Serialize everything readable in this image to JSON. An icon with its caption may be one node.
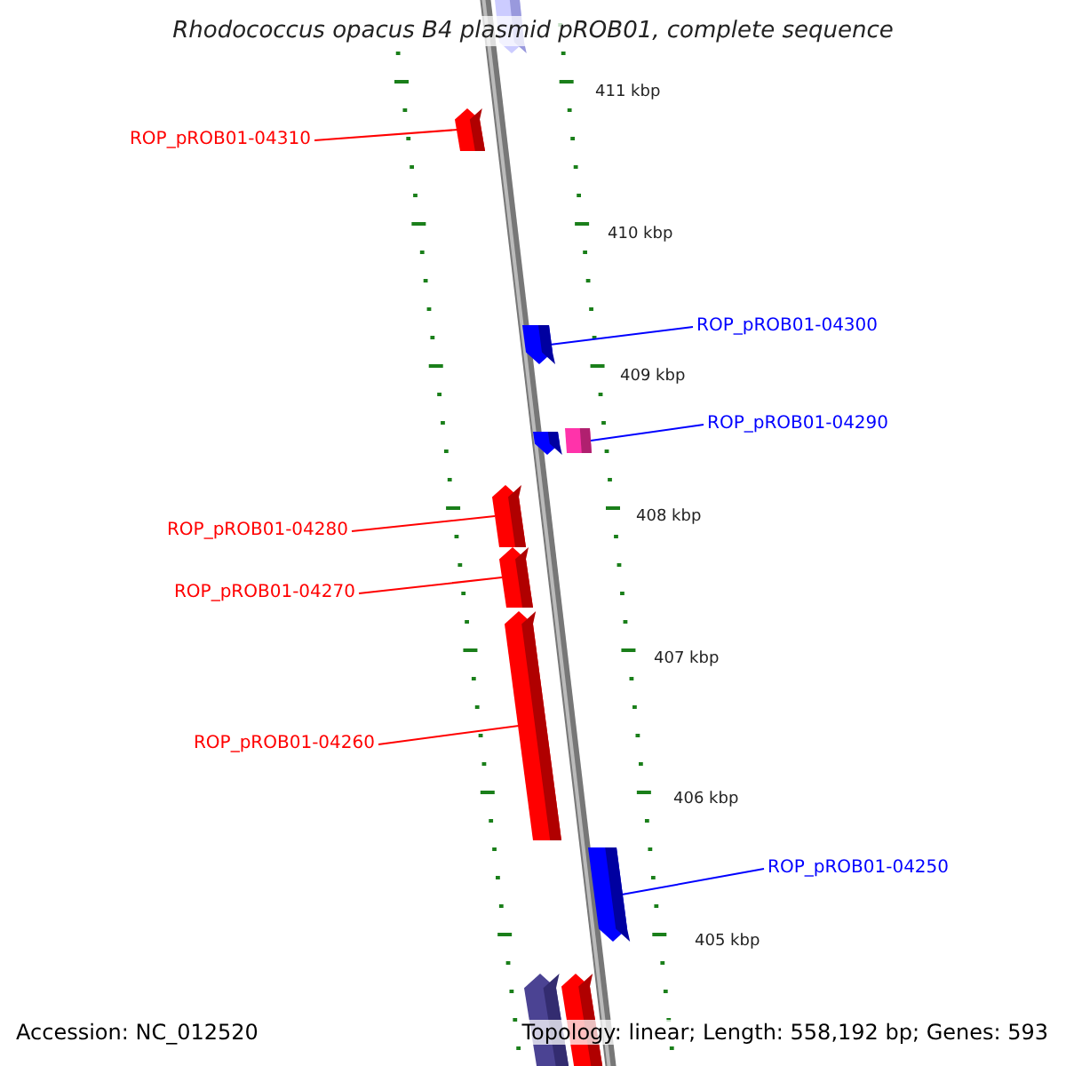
{
  "diagram": {
    "title": "Rhodococcus opacus B4 plasmid pROB01, complete sequence",
    "nodes": [
      {
        "text": [
          "ROP_pROB01-04310"
        ]
      },
      {
        "text": [],
        "shape": "bar"
      },
      {
        "text": [
          "ROP_pROB01-04300"
        ]
      },
      {
        "text": [],
        "shape": "bar"
      },
      {
        "text": [
          "ROP_pROB01-04290"
        ]
      },
      {
        "text": [],
        "shape": "box"
      },
      {
        "text": [
          "ROP_pROB01-04280"
        ]
      },
      {
        "text": [],
        "shape": "bar"
      },
      {
        "text": [
          "ROP_pROB01-04270"
        ]
      },
      {
        "text": [],
        "shape": "bar"
      },
      {
        "text": [
          "ROP_pROB01-04260"
        ]
      },
      {
        "text": [],
        "shape": "bar"
      },
      {
        "text": [
          "ROP_pROB01-04250"
        ]
      },
      {
        "text": [],
        "shape": "bar"
      }
    ],
    "edges": [
      {
        "from": 0,
        "to": 1,
        "arrow": "none"
      },
      {
        "from": 2,
        "to": 3,
        "arrow": "none",
        "color": "#0000ff"
      },
      {
        "from": 4,
        "to": 5,
        "arrow": "none",
        "color": "#0000ff"
      },
      {
        "from": 6,
        "to": 7,
        "arrow": "none"
      },
      {
        "from": 8,
        "to": 9,
        "arrow": "none"
      },
      {
        "from": 10,
        "to": 11,
        "arrow": "none"
      },
      {
        "from": 12,
        "to": 13,
        "arrow": "none",
        "color": "#0000ff"
      }
    ],
    "labels": [
      "411 kbp",
      "410 kbp",
      "409 kbp",
      "408 kbp",
      "407 kbp",
      "406 kbp",
      "405 kbp",
      "Accession: NC_012520",
      "Topology: linear; Length: 558,192 bp; Genes: 593"
    ]
  }
}
